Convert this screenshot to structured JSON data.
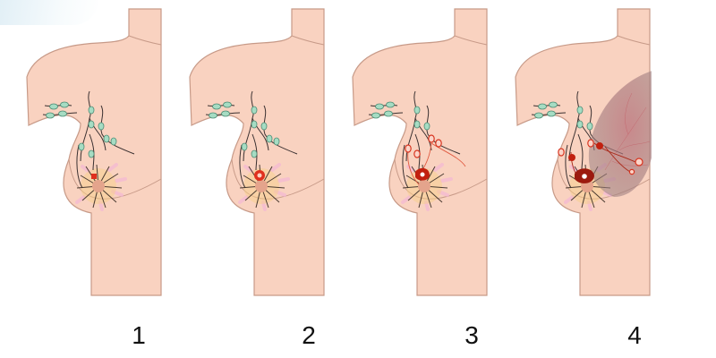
{
  "figure": {
    "description": "Progression of breast cancer stages with lymphatic spread",
    "colors": {
      "skin": "#f9d2c0",
      "skin_outline": "#c79a88",
      "lymph_node": "#a6dcc3",
      "lymph_node_outline": "#4b8c74",
      "vessel": "#3a3030",
      "tumor": "#e0301e",
      "tumor_dark": "#a81d12",
      "gland": "#f7d08a",
      "lobule": "#f4b8d4",
      "nipple": "#e4a48c",
      "stage4_mass": "#b07a7a"
    },
    "panels": [
      {
        "label": "1",
        "stage": "tumor small, confined",
        "tumor_size": "small"
      },
      {
        "label": "2",
        "stage": "tumor larger",
        "tumor_size": "medium"
      },
      {
        "label": "3",
        "stage": "spread to lymph nodes",
        "tumor_size": "medium",
        "affected_nodes": 4
      },
      {
        "label": "4",
        "stage": "metastasis / spread to chest",
        "tumor_size": "large",
        "affected_nodes": 6
      }
    ]
  }
}
